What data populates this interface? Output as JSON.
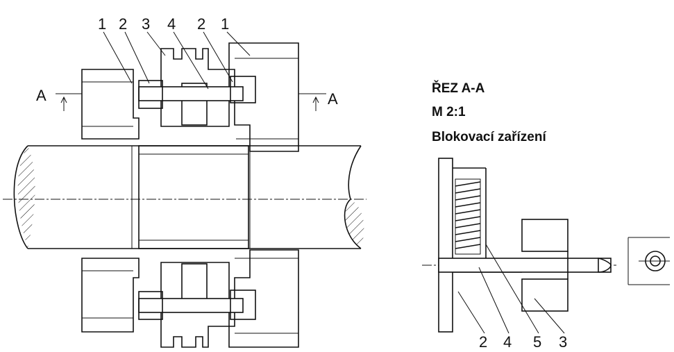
{
  "section_marks": {
    "left": "A",
    "right": "A"
  },
  "title": {
    "line1": "ŘEZ A-A",
    "line2": "M 2:1",
    "line3": "Blokovací zařízení"
  },
  "main_view_callouts": [
    "1",
    "2",
    "3",
    "4",
    "2",
    "1"
  ],
  "detail_view_callouts": [
    "2",
    "4",
    "5",
    "3"
  ]
}
